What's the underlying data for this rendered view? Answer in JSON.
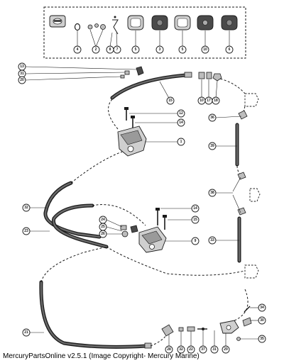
{
  "copyright": "MercuryPartsOnline v2.5.1 (Image Copyright- Mercury Marine)",
  "callouts": {
    "kit_row": [
      "4",
      "2",
      "8",
      "7",
      "5",
      "3",
      "5",
      "10",
      "6"
    ],
    "left_13": "13",
    "left_31": "31",
    "left_20": "20",
    "hose_15": "15",
    "fit_10": "10",
    "fit_17": "17",
    "fit_18": "18",
    "bolt_12": "12",
    "bolt_14": "14",
    "pump_1": "1",
    "right_36": "36",
    "right_39": "39",
    "right_38": "38",
    "right_33": "33",
    "left_32": "32",
    "left_23": "23",
    "mid_24": "24",
    "mid_25": "25",
    "mid_26": "26",
    "bolt_14b": "14",
    "bolt_15": "15",
    "pump_9": "9",
    "low_21": "21",
    "br_34": "34",
    "br_30": "30",
    "br_35": "35",
    "bot_28": "28",
    "bot_32": "32",
    "bot_22": "22",
    "bot_37": "37",
    "bot_31": "31",
    "bot_29": "29"
  }
}
